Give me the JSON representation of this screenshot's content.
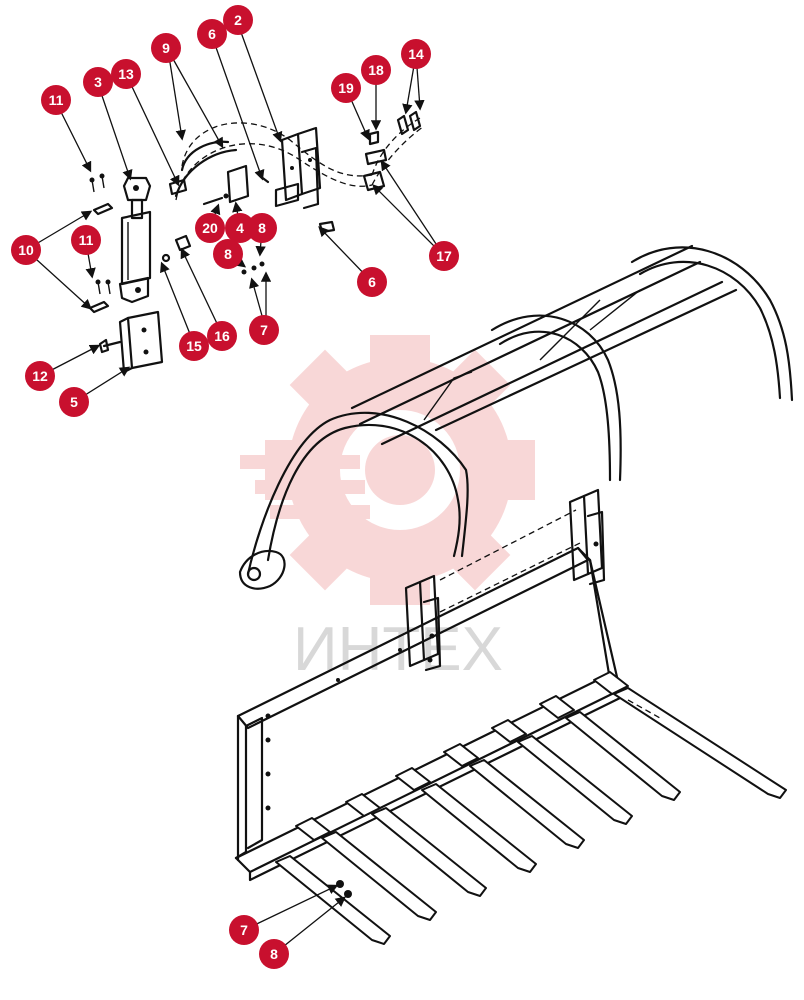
{
  "watermark": {
    "text": "ИНТЕХ",
    "gear_color": "#f4b7b7",
    "text_color": "#d0d0d0"
  },
  "callout_color": "#c8102e",
  "callouts": [
    {
      "label": "2"
    },
    {
      "label": "6"
    },
    {
      "label": "9"
    },
    {
      "label": "3"
    },
    {
      "label": "13"
    },
    {
      "label": "11"
    },
    {
      "label": "11"
    },
    {
      "label": "10"
    },
    {
      "label": "20"
    },
    {
      "label": "4"
    },
    {
      "label": "8"
    },
    {
      "label": "8"
    },
    {
      "label": "7"
    },
    {
      "label": "15"
    },
    {
      "label": "16"
    },
    {
      "label": "12"
    },
    {
      "label": "5"
    },
    {
      "label": "19"
    },
    {
      "label": "18"
    },
    {
      "label": "14"
    },
    {
      "label": "17"
    },
    {
      "label": "6"
    },
    {
      "label": "7"
    },
    {
      "label": "8"
    }
  ]
}
